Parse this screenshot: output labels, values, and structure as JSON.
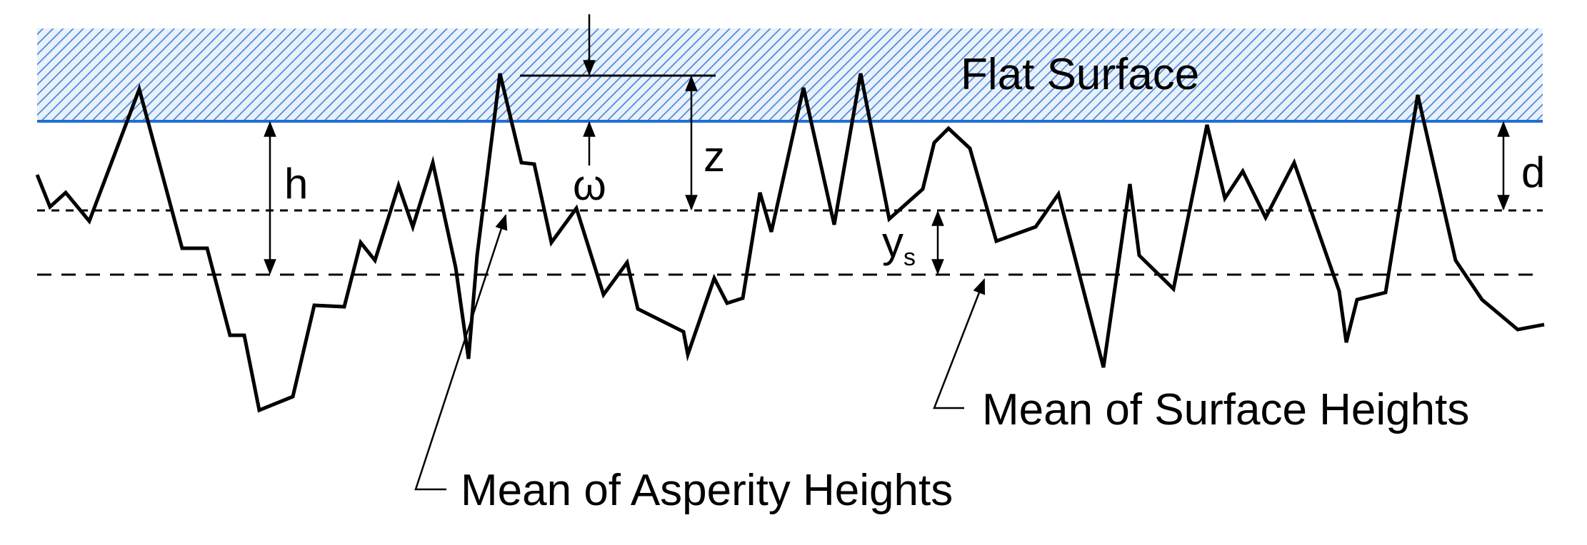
{
  "labels": {
    "flat_surface": "Flat Surface",
    "h": "h",
    "omega": "ω",
    "z": "z",
    "d": "d",
    "ys_main": "y",
    "ys_sub": "s",
    "mean_surface": "Mean of Surface Heights",
    "mean_asperity": "Mean of Asperity Heights"
  },
  "colors": {
    "surface_line": "#1f6fd6",
    "hatch": "#4a88d8",
    "hatch_bg": "#e9f1fb",
    "ink": "#000000"
  }
}
